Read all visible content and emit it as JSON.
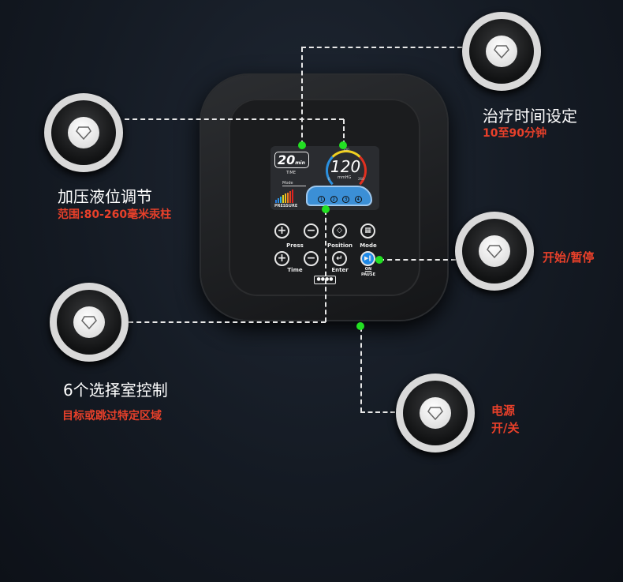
{
  "device": {
    "lcd": {
      "time_value": "20",
      "time_unit": "min",
      "time_label": "TIME",
      "pressure_value": "120",
      "pressure_unit": "mmHG",
      "scale_min": "0",
      "scale_mid": "100",
      "scale_max": "260",
      "mode_label": "Mode",
      "pressure_label": "PRESSURE",
      "chambers": [
        "1",
        "2",
        "3",
        "4"
      ]
    },
    "buttons": {
      "press": "Press",
      "position": "Position",
      "mode": "Mode",
      "time": "Time",
      "enter": "Enter",
      "on": "ON",
      "pause": "PAUSE"
    }
  },
  "callouts": {
    "time": {
      "title": "治疗时间设定",
      "desc": "10至90分钟"
    },
    "pressure": {
      "title": "加压液位调节",
      "desc": "范围:80-260毫米汞柱"
    },
    "start": {
      "desc": "开始/暂停"
    },
    "chamber": {
      "title": "6个选择室控制",
      "desc": "目标或跳过特定区域"
    },
    "power": {
      "line1": "电源",
      "line2": "开/关"
    }
  },
  "colors": {
    "accent_red": "#e8402a",
    "indicator_green": "#22e022",
    "button_blue": "#1e88e5"
  }
}
